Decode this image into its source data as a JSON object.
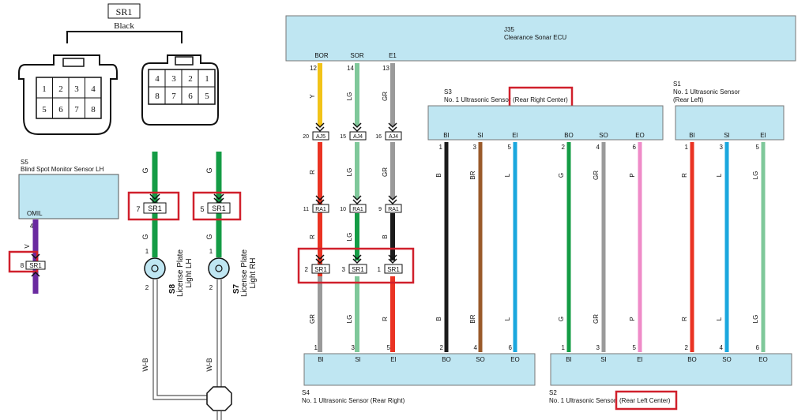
{
  "connector_view": {
    "title": "SR1",
    "color": "Black",
    "female_pins": [
      "1",
      "2",
      "3",
      "4",
      "5",
      "6",
      "7",
      "8"
    ],
    "male_pins": [
      "4",
      "3",
      "2",
      "1",
      "8",
      "7",
      "6",
      "5"
    ]
  },
  "bsm": {
    "code": "S5",
    "name": "Blind Spot Monitor Sensor LH",
    "terminal": "OMIL",
    "pin_ecu": "4",
    "wire": "V",
    "pin_sr": "8",
    "connector": "SR1"
  },
  "lp_lh": {
    "wire_top": "G",
    "pin_sr": "7",
    "connector": "SR1",
    "wire_mid": "G",
    "pin_top": "1",
    "pin_bottom": "2",
    "code": "S8",
    "name_line1": "License Plate",
    "name_line2": "Light LH",
    "ground_wire": "W-B"
  },
  "lp_rh": {
    "wire_top": "G",
    "pin_sr": "5",
    "connector": "SR1",
    "wire_mid": "G",
    "pin_top": "1",
    "pin_bottom": "2",
    "code": "S7",
    "name_line1": "License Plate",
    "name_line2": "Light RH",
    "ground_wire": "W-B"
  },
  "ecu": {
    "code": "J35",
    "name": "Clearance Sonar ECU",
    "terminals": [
      {
        "label": "BOR",
        "pin": "12",
        "wire": "Y",
        "aj_pin": "20",
        "aj": "AJ5",
        "ra_pin": "11",
        "ra": "RA1",
        "sr_pin": "2",
        "sr": "SR1"
      },
      {
        "label": "SOR",
        "pin": "14",
        "wire": "LG",
        "aj_pin": "15",
        "aj": "AJ4",
        "ra_pin": "10",
        "ra": "RA1",
        "sr_pin": "3",
        "sr": "SR1"
      },
      {
        "label": "E1",
        "pin": "13",
        "wire": "GR",
        "aj_pin": "16",
        "aj": "AJ4",
        "ra_pin": "9",
        "ra": "RA1",
        "sr_pin": "1",
        "sr": "SR1"
      }
    ],
    "wire_mid": [
      "R",
      "LG",
      "GR"
    ],
    "wire_low": [
      "R",
      "LG",
      "B"
    ],
    "wire_after_sr": [
      "GR",
      "LG",
      "R"
    ]
  },
  "s3": {
    "code": "S3",
    "name": "No. 1 Ultrasonic Sensor",
    "position": "(Rear Right Center)",
    "terminals": [
      {
        "label": "BI",
        "pin": "1",
        "wire": "B"
      },
      {
        "label": "SI",
        "pin": "3",
        "wire": "BR"
      },
      {
        "label": "EI",
        "pin": "5",
        "wire": "L"
      },
      {
        "label": "BO",
        "pin": "2",
        "wire": "G"
      },
      {
        "label": "SO",
        "pin": "4",
        "wire": "GR"
      },
      {
        "label": "EO",
        "pin": "6",
        "wire": "P"
      }
    ]
  },
  "s1": {
    "code": "S1",
    "name": "No. 1 Ultrasonic Sensor",
    "position": "(Rear Left)",
    "terminals": [
      {
        "label": "BI",
        "pin": "1",
        "wire": "R"
      },
      {
        "label": "SI",
        "pin": "3",
        "wire": "L"
      },
      {
        "label": "EI",
        "pin": "5",
        "wire": "LG"
      }
    ]
  },
  "s4": {
    "code": "S4",
    "name": "No. 1 Ultrasonic Sensor (Rear Right)",
    "terminals": [
      {
        "label": "BI",
        "pin": "1"
      },
      {
        "label": "SI",
        "pin": "3"
      },
      {
        "label": "EI",
        "pin": "5"
      },
      {
        "label": "BO",
        "pin": "2"
      },
      {
        "label": "SO",
        "pin": "4"
      },
      {
        "label": "EO",
        "pin": "6"
      }
    ]
  },
  "s2": {
    "code": "S2",
    "name": "No. 1 Ultrasonic Sensor",
    "position": "(Rear Left Center)",
    "terminals": [
      {
        "label": "BI",
        "pin": "1"
      },
      {
        "label": "SI",
        "pin": "3"
      },
      {
        "label": "EI",
        "pin": "5"
      },
      {
        "label": "BO",
        "pin": "2"
      },
      {
        "label": "SO",
        "pin": "4"
      },
      {
        "label": "EO",
        "pin": "6"
      }
    ]
  },
  "colors": {
    "ecu_fill": "#bfe6f2",
    "highlight": "#d0202c",
    "wire_Y": "#f2c318",
    "wire_LG": "#7fc89a",
    "wire_GR": "#9a9a9a",
    "wire_R": "#ea3323",
    "wire_B": "#1b1b1b",
    "wire_BR": "#9a5a2a",
    "wire_L": "#1aa7de",
    "wire_G": "#149c45",
    "wire_P": "#ef8bc8",
    "wire_V": "#6a2aa0"
  }
}
